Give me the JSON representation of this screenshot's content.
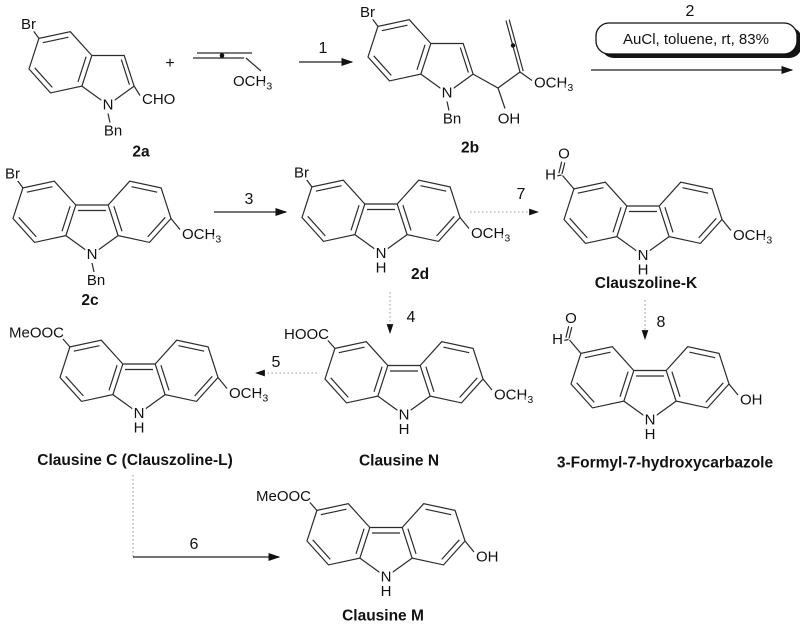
{
  "scheme": {
    "plus": "+",
    "conditions": "AuCl, toluene, rt, 83%",
    "steps": {
      "s1": "1",
      "s2": "2",
      "s3": "3",
      "s4": "4",
      "s5": "5",
      "s6": "6",
      "s7": "7",
      "s8": "8"
    },
    "compounds": {
      "c2a": "2a",
      "c2b": "2b",
      "c2c": "2c",
      "c2d": "2d",
      "clauszoline_k": "Clauszoline-K",
      "clausine_n": "Clausine N",
      "clausine_c": "Clausine C (Clauszoline-L)",
      "formyl_hydroxy": "3-Formyl-7-hydroxycarbazole",
      "clausine_m": "Clausine M"
    },
    "atoms": {
      "br": "Br",
      "n": "N",
      "h": "H",
      "bn": "Bn",
      "oh": "OH",
      "o": "O",
      "cho": "CHO",
      "hooc": "HOOC",
      "meooc": "MeOOC",
      "och": "OCH",
      "sub3": "3"
    },
    "colors": {
      "line": "#2b2b2b",
      "dashed_arrow": "#9b9b9b",
      "text": "#111111",
      "background": "#ffffff",
      "box_shadow": "#141414"
    }
  }
}
